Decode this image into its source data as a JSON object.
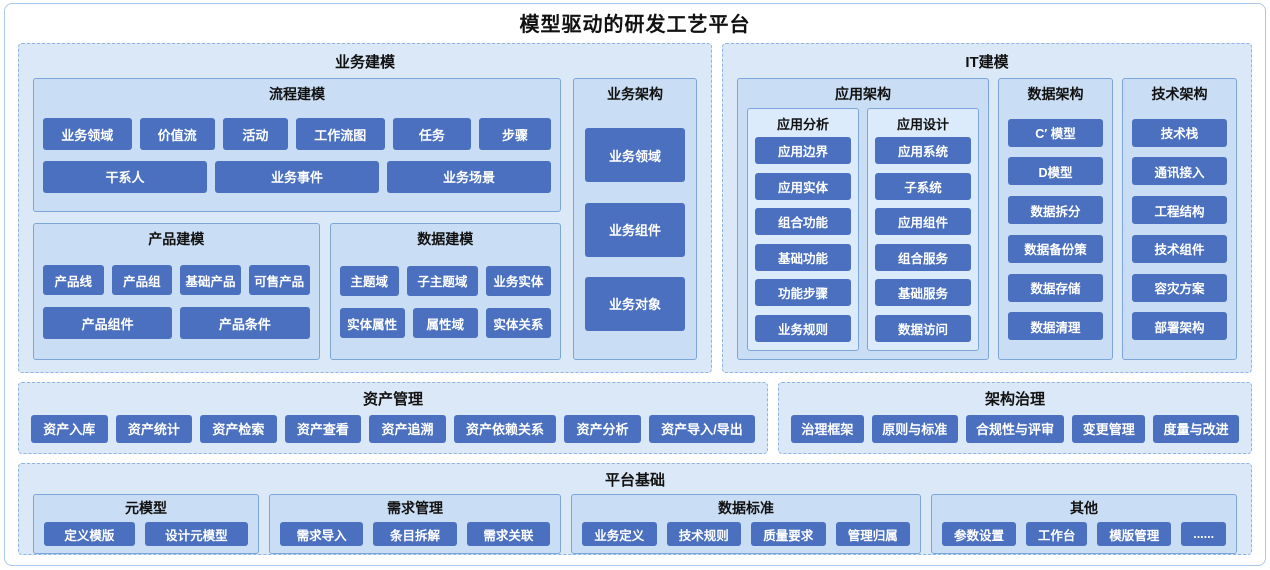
{
  "title": "模型驱动的研发工艺平台",
  "business_modeling": {
    "title": "业务建模",
    "process_modeling": {
      "title": "流程建模",
      "row1": [
        "业务领域",
        "价值流",
        "活动",
        "工作流图",
        "任务",
        "步骤"
      ],
      "row2": [
        "干系人",
        "业务事件",
        "业务场景"
      ]
    },
    "product_modeling": {
      "title": "产品建模",
      "row1": [
        "产品线",
        "产品组",
        "基础产品",
        "可售产品"
      ],
      "row2": [
        "产品组件",
        "产品条件"
      ]
    },
    "data_modeling": {
      "title": "数据建模",
      "row1": [
        "主题域",
        "子主题域",
        "业务实体"
      ],
      "row2": [
        "实体属性",
        "属性域",
        "实体关系"
      ]
    },
    "business_architecture": {
      "title": "业务架构",
      "items": [
        "业务领域",
        "业务组件",
        "业务对象"
      ]
    }
  },
  "it_modeling": {
    "title": "IT建模",
    "application_architecture": {
      "title": "应用架构",
      "analysis": {
        "title": "应用分析",
        "items": [
          "应用边界",
          "应用实体",
          "组合功能",
          "基础功能",
          "功能步骤",
          "业务规则"
        ]
      },
      "design": {
        "title": "应用设计",
        "items": [
          "应用系统",
          "子系统",
          "应用组件",
          "组合服务",
          "基础服务",
          "数据访问"
        ]
      }
    },
    "data_architecture": {
      "title": "数据架构",
      "items": [
        "C′ 模型",
        "D模型",
        "数据拆分",
        "数据备份策",
        "数据存储",
        "数据清理"
      ]
    },
    "technology_architecture": {
      "title": "技术架构",
      "items": [
        "技术栈",
        "通讯接入",
        "工程结构",
        "技术组件",
        "容灾方案",
        "部署架构"
      ]
    }
  },
  "asset_management": {
    "title": "资产管理",
    "items": [
      "资产入库",
      "资产统计",
      "资产检索",
      "资产查看",
      "资产追溯",
      "资产依赖关系",
      "资产分析",
      "资产导入/导出"
    ]
  },
  "architecture_governance": {
    "title": "架构治理",
    "items": [
      "治理框架",
      "原则与标准",
      "合规性与评审",
      "变更管理",
      "度量与改进"
    ]
  },
  "platform_foundation": {
    "title": "平台基础",
    "meta_model": {
      "title": "元模型",
      "items": [
        "定义模版",
        "设计元模型"
      ]
    },
    "requirement_management": {
      "title": "需求管理",
      "items": [
        "需求导入",
        "条目拆解",
        "需求关联"
      ]
    },
    "data_standard": {
      "title": "数据标准",
      "items": [
        "业务定义",
        "技术规则",
        "质量要求",
        "管理归属"
      ]
    },
    "others": {
      "title": "其他",
      "items": [
        "参数设置",
        "工作台",
        "模版管理",
        "......"
      ]
    }
  },
  "colors": {
    "button": "#4a70bf",
    "button_text": "#ffffff",
    "section_bg": "#dbe8f8",
    "inner_box_bg": "#c9ddf4",
    "inner_col_bg": "#dcebfb",
    "border_blue": "#7da6d8",
    "dashed_border": "#8fb4dd",
    "outer_border": "#aac8ea"
  }
}
